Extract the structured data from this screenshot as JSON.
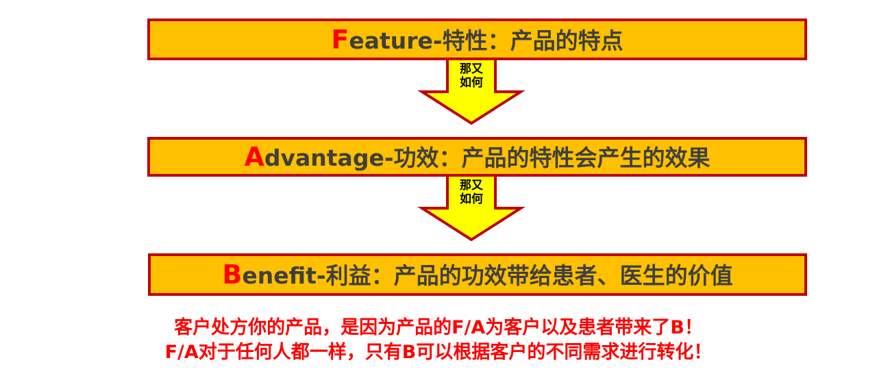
{
  "slide": {
    "title": "FAB Selling Model Diagram",
    "background_color": "#FFFFFF"
  },
  "colors": {
    "box_fill": "#FFC000",
    "box_border": "#C00000",
    "arrow_fill": "#FFFF00",
    "arrow_border": "#C00000",
    "initial_letter": "#FF0000",
    "box_text": "#3F3F3F",
    "caption_text": "#FF0000",
    "arrow_text": "#000000"
  },
  "boxes": [
    {
      "id": "feature",
      "initial": "F",
      "text": "eature-特性：产品的特点",
      "full_text": "Feature-特性：产品的特点"
    },
    {
      "id": "advantage",
      "initial": "A",
      "text": "dvantage-功效：产品的特性会产生的效果",
      "full_text": "Advantage-功效：产品的特性会产生的效果"
    },
    {
      "id": "benefit",
      "initial": "B",
      "text": "enefit-利益：产品的功效带给患者、医生的价值",
      "full_text": "Benefit-利益：产品的功效带给患者、医生的价值"
    }
  ],
  "arrows": [
    {
      "id": "arrow-feature-to-advantage",
      "line1": "那又",
      "line2": "如何"
    },
    {
      "id": "arrow-advantage-to-benefit",
      "line1": "那又",
      "line2": "如何"
    }
  ],
  "caption": {
    "line1": "客户处方你的产品，是因为产品的F/A为客户以及患者带来了B！",
    "line2": "F/A对于任何人都一样，只有B可以根据客户的不同需求进行转化！"
  }
}
